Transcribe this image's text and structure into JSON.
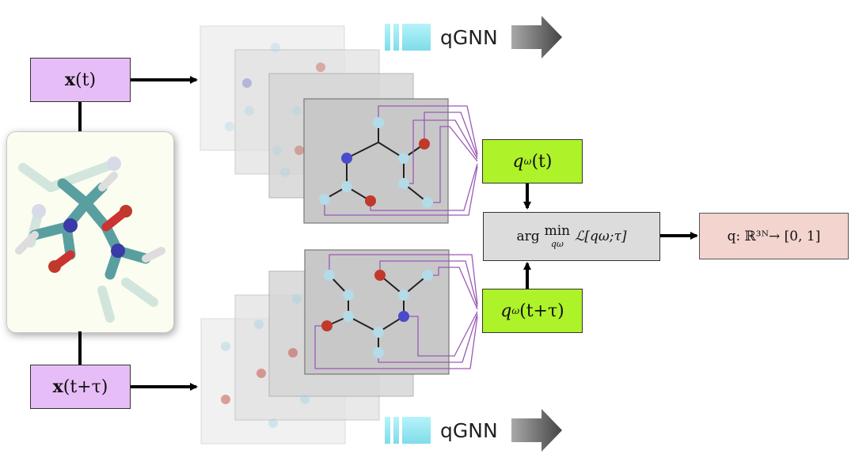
{
  "inputs": {
    "xt": {
      "bold": "x",
      "rest": "(t)"
    },
    "xttau": {
      "bold": "x",
      "rest": "(t+τ)"
    }
  },
  "qgnn_top": "qGNN",
  "qgnn_bottom": "qGNN",
  "q_boxes": {
    "qt": {
      "q": "q",
      "sub": "ω",
      "rest": "(t)"
    },
    "qttau": {
      "q": "q",
      "sub": "ω",
      "rest": "(t+τ)"
    }
  },
  "objective": {
    "arg": "arg",
    "min": "min",
    "min_sub": "qω",
    "loss": "ℒ[qω;τ]"
  },
  "output": {
    "text": "q: ℝ³ᴺ→ [0, 1]"
  },
  "colors": {
    "input_fill": "#e7bdf7",
    "q_fill": "#aef22a",
    "objective_fill": "#dcdcdc",
    "output_fill": "#f3d4cf",
    "graph_edges": "#9b59b6",
    "node_blue": "#5c5ccc",
    "node_red": "#c0392b",
    "node_light": "#a7d3e3"
  }
}
